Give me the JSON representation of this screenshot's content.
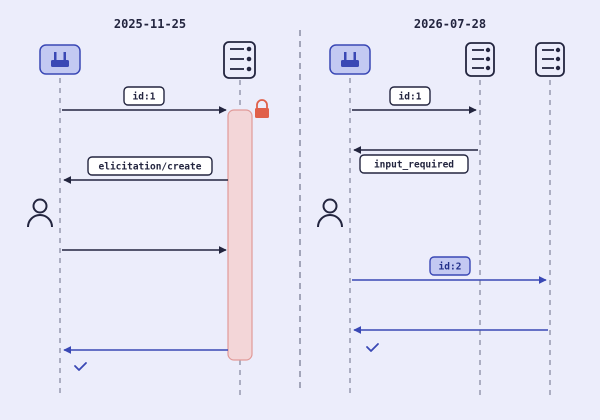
{
  "panels": {
    "left": {
      "date": "2025-11-25"
    },
    "right": {
      "date": "2026-07-28"
    }
  },
  "messages": {
    "left_request_id": "id:1",
    "left_elicitation": "elicitation/create",
    "right_request_id": "id:1",
    "right_input_required": "input_required",
    "right_retry_id": "id:2"
  },
  "icons": {
    "client": "router-icon",
    "server": "server-icon",
    "user": "user-icon",
    "lock": "lock-icon",
    "check": "check-icon"
  },
  "colors": {
    "background": "#ecedfb",
    "ink": "#23253f",
    "accent_blue": "#3a48b5",
    "client_fill": "#c3c9f2",
    "lock": "#e0604a",
    "hold_fill": "#f3d6d8",
    "hold_stroke": "#e19a98"
  }
}
